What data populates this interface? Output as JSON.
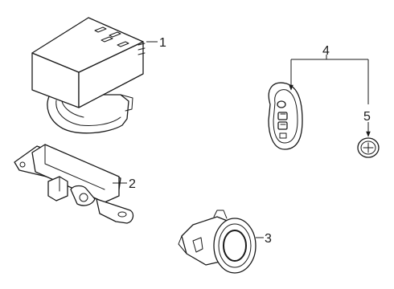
{
  "diagram": {
    "parts": [
      {
        "id": "part-1",
        "callout": "1"
      },
      {
        "id": "part-2",
        "callout": "2"
      },
      {
        "id": "part-3",
        "callout": "3"
      },
      {
        "id": "part-4",
        "callout": "4"
      },
      {
        "id": "part-5",
        "callout": "5"
      }
    ]
  }
}
